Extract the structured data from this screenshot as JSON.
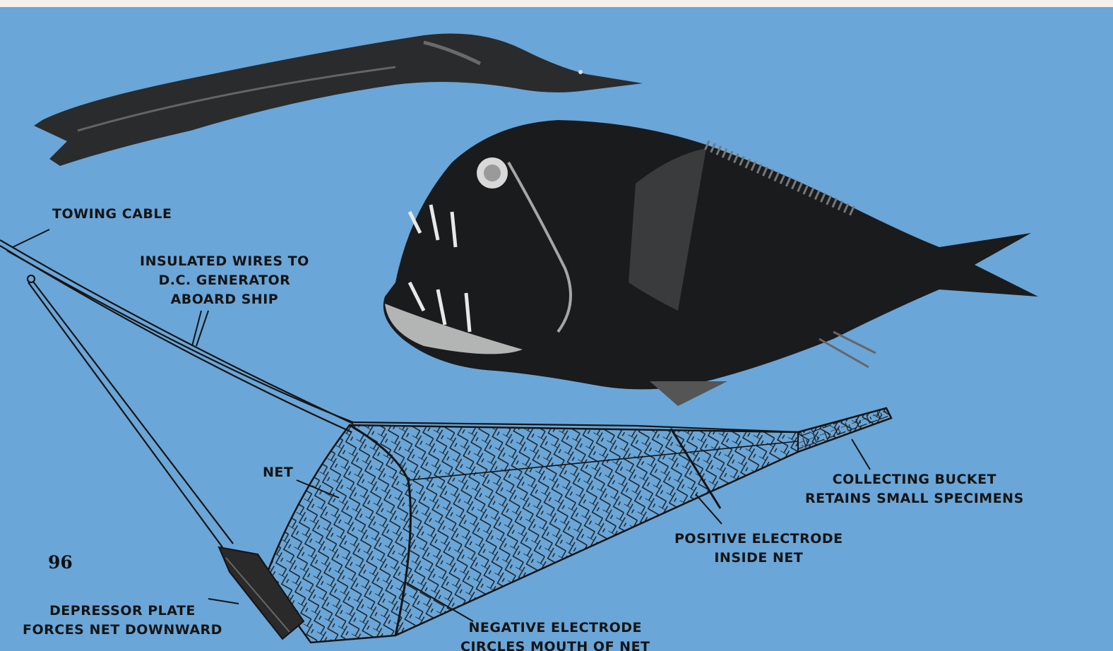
{
  "labels": {
    "towing_cable": "TOWING CABLE",
    "insulated_wires": "INSULATED WIRES TO\nD.C. GENERATOR\nABOARD SHIP",
    "net": "NET",
    "collecting_bucket": "COLLECTING BUCKET\nRETAINS SMALL SPECIMENS",
    "positive_electrode": "POSITIVE ELECTRODE\nINSIDE NET",
    "depressor_plate": "DEPRESSOR PLATE\nFORCES NET DOWNWARD",
    "negative_electrode": "NEGATIVE ELECTRODE\nCIRCLES MOUTH OF NET"
  },
  "page_number": "96",
  "colors": {
    "water": "#6aa6d8",
    "ink": "#141414",
    "fish": "#1a1b1d"
  }
}
